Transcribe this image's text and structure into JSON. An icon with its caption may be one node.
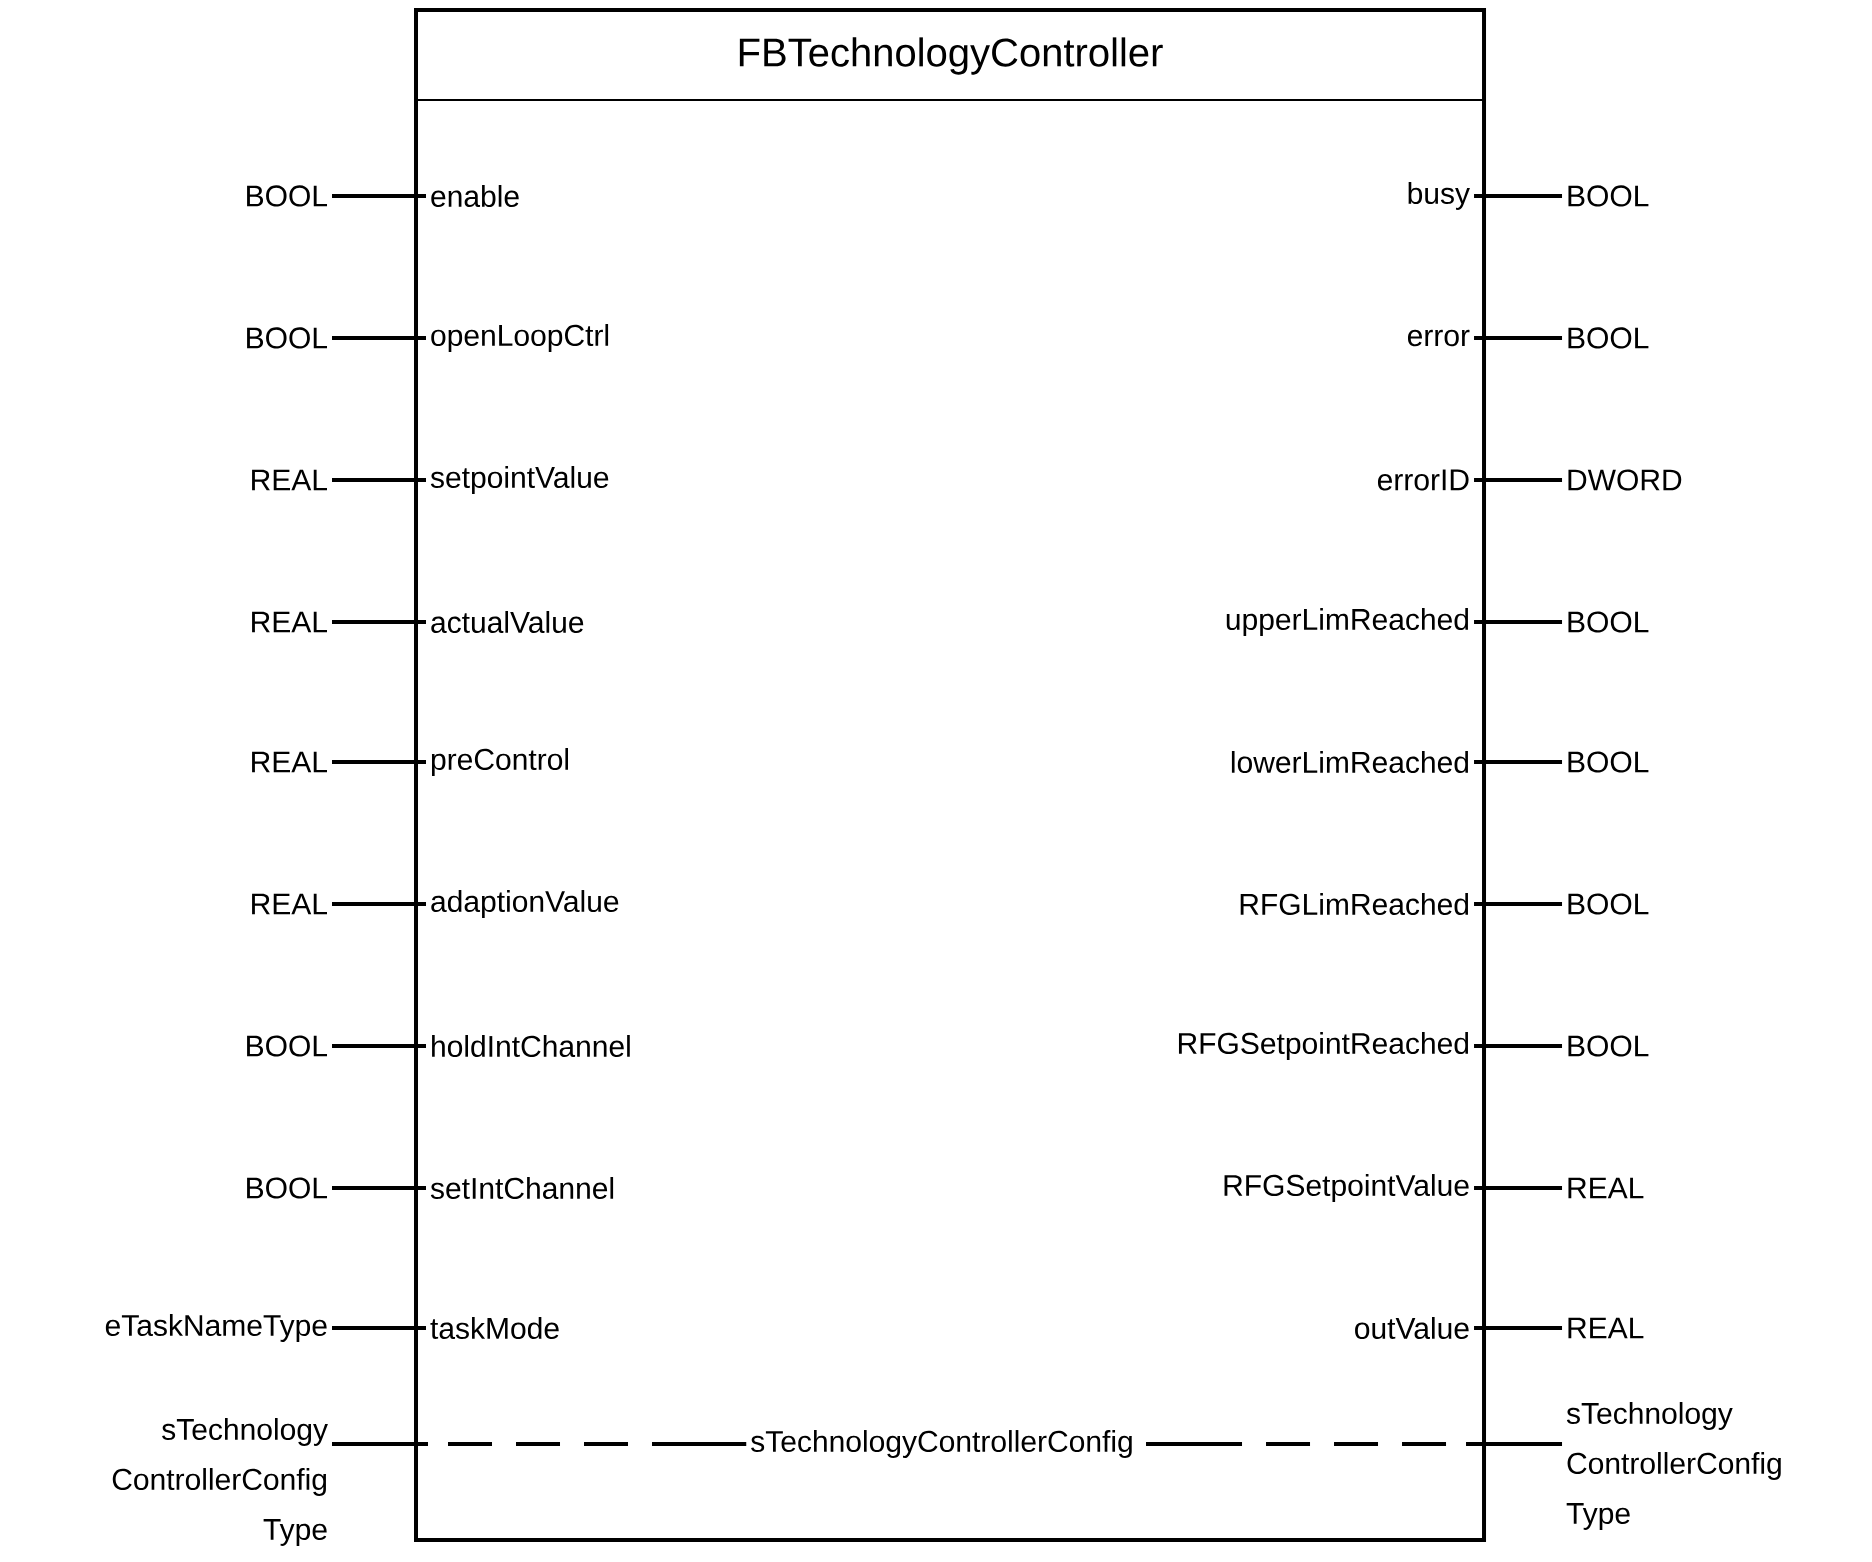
{
  "diagram": {
    "nodes": [
      {
        "text": [
          "FBTechnologyController"
        ]
      },
      {
        "text": [
          "enable"
        ],
        "in": 0
      },
      {
        "text": [
          "openLoopCtrl"
        ],
        "in": 0
      },
      {
        "text": [
          "setpointValue"
        ],
        "in": 0
      },
      {
        "text": [
          "actualValue"
        ],
        "in": 0
      },
      {
        "text": [
          "preControl"
        ],
        "in": 0
      },
      {
        "text": [
          "adaptionValue"
        ],
        "in": 0
      },
      {
        "text": [
          "holdIntChannel"
        ],
        "in": 0
      },
      {
        "text": [
          "setIntChannel"
        ],
        "in": 0
      },
      {
        "text": [
          "taskMode"
        ],
        "in": 0
      },
      {
        "text": [
          "busy"
        ],
        "in": 0
      },
      {
        "text": [
          "error"
        ],
        "in": 0
      },
      {
        "text": [
          "errorID"
        ],
        "in": 0
      },
      {
        "text": [
          "upperLimReached"
        ],
        "in": 0
      },
      {
        "text": [
          "lowerLimReached"
        ],
        "in": 0
      },
      {
        "text": [
          "RFGLimReached"
        ],
        "in": 0
      },
      {
        "text": [
          "RFGSetpointReached"
        ],
        "in": 0
      },
      {
        "text": [
          "RFGSetpointValue"
        ],
        "in": 0
      },
      {
        "text": [
          "outValue"
        ],
        "in": 0
      },
      {
        "text": [
          "sTechnologyControllerConfig"
        ],
        "in": 0
      },
      {
        "text": [
          "BOOL"
        ]
      },
      {
        "text": [
          "BOOL"
        ]
      },
      {
        "text": [
          "REAL"
        ]
      },
      {
        "text": [
          "REAL"
        ]
      },
      {
        "text": [
          "REAL"
        ]
      },
      {
        "text": [
          "REAL"
        ]
      },
      {
        "text": [
          "BOOL"
        ]
      },
      {
        "text": [
          "BOOL"
        ]
      },
      {
        "text": [
          "eTaskNameType"
        ]
      },
      {
        "text": [
          "BOOL"
        ]
      },
      {
        "text": [
          "BOOL"
        ]
      },
      {
        "text": [
          "DWORD"
        ]
      },
      {
        "text": [
          "BOOL"
        ]
      },
      {
        "text": [
          "BOOL"
        ]
      },
      {
        "text": [
          "BOOL"
        ]
      },
      {
        "text": [
          "BOOL"
        ]
      },
      {
        "text": [
          "REAL"
        ]
      },
      {
        "text": [
          "REAL"
        ]
      },
      {
        "text": [
          "sTechnology ControllerConfig Type"
        ]
      },
      {
        "text": [
          "sTechnology ControllerConfig Type"
        ]
      }
    ],
    "edges": [
      {
        "from": 20,
        "to": 1,
        "arrow": "none"
      },
      {
        "from": 21,
        "to": 2,
        "arrow": "none"
      },
      {
        "from": 22,
        "to": 3,
        "arrow": "none"
      },
      {
        "from": 23,
        "to": 4,
        "arrow": "none"
      },
      {
        "from": 24,
        "to": 5,
        "arrow": "none"
      },
      {
        "from": 25,
        "to": 6,
        "arrow": "none"
      },
      {
        "from": 26,
        "to": 7,
        "arrow": "none"
      },
      {
        "from": 27,
        "to": 8,
        "arrow": "none"
      },
      {
        "from": 28,
        "to": 9,
        "arrow": "none"
      },
      {
        "from": 10,
        "to": 29,
        "arrow": "none"
      },
      {
        "from": 11,
        "to": 30,
        "arrow": "none"
      },
      {
        "from": 12,
        "to": 31,
        "arrow": "none"
      },
      {
        "from": 13,
        "to": 32,
        "arrow": "none"
      },
      {
        "from": 14,
        "to": 33,
        "arrow": "none"
      },
      {
        "from": 15,
        "to": 34,
        "arrow": "none"
      },
      {
        "from": 16,
        "to": 35,
        "arrow": "none"
      },
      {
        "from": 17,
        "to": 36,
        "arrow": "none"
      },
      {
        "from": 18,
        "to": 37,
        "arrow": "none"
      },
      {
        "from": 38,
        "to": 19,
        "arrow": "none",
        "style": "dashed"
      },
      {
        "from": 19,
        "to": 39,
        "arrow": "none",
        "style": "dashed"
      }
    ]
  }
}
